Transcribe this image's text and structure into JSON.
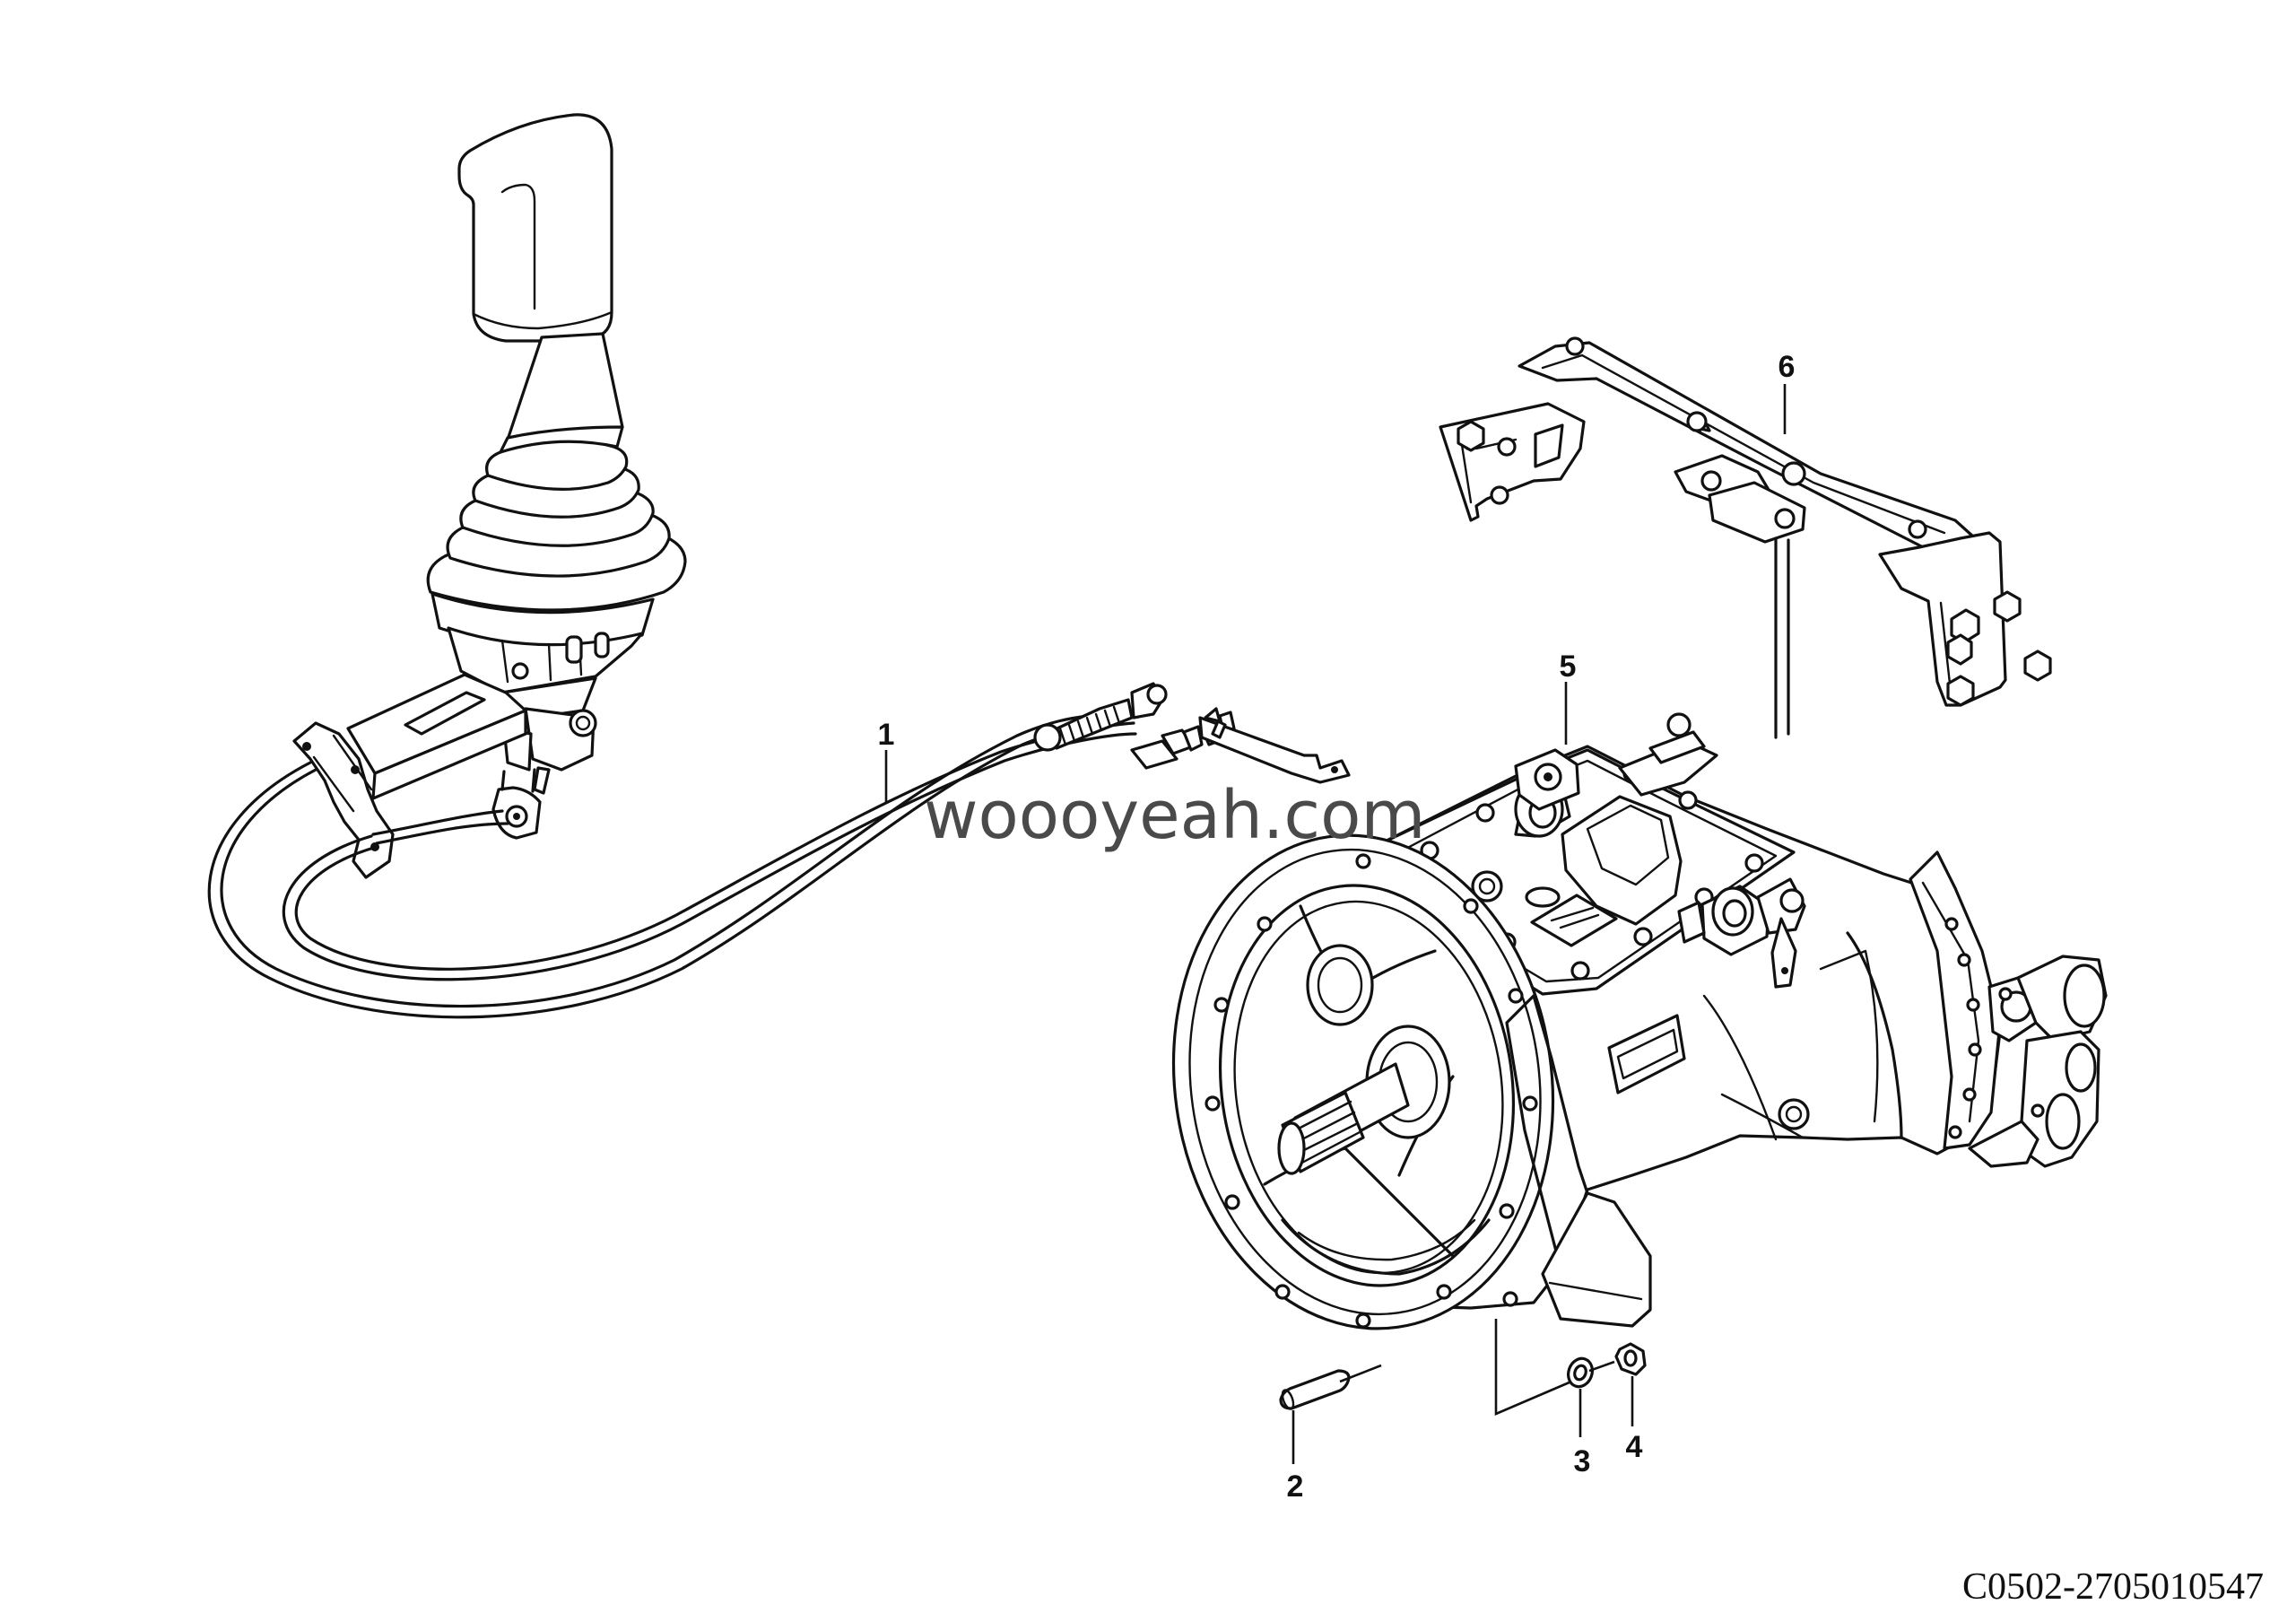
{
  "callouts": {
    "c1": "1",
    "c2": "2",
    "c3": "3",
    "c4": "4",
    "c5": "5",
    "c6": "6"
  },
  "watermark": "woooyeah.com",
  "figure_code": "C0502-2705010547"
}
